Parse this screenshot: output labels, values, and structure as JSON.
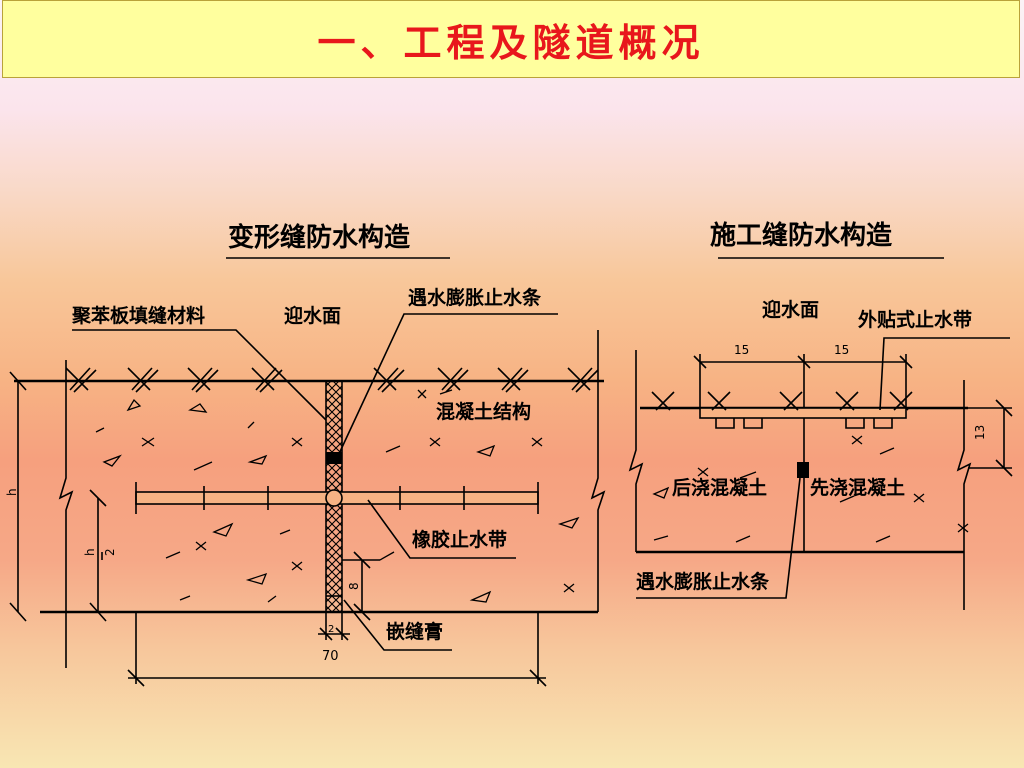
{
  "page": {
    "title": "一、工程及隧道概况"
  },
  "left_diagram": {
    "title": "变形缝防水构造",
    "labels": {
      "filler": "聚苯板填缝材料",
      "water_face": "迎水面",
      "swell_strip": "遇水膨胀止水条",
      "concrete": "混凝土结构",
      "waterstop": "橡胶止水带",
      "sealant": "嵌缝膏"
    },
    "dims": {
      "h": "h",
      "h_half_top": "h",
      "h_half_bottom": "2",
      "depth": "8",
      "width": "70",
      "z": "2"
    }
  },
  "right_diagram": {
    "title": "施工缝防水构造",
    "labels": {
      "water_face": "迎水面",
      "external_waterstop": "外贴式止水带",
      "later_concrete": "后浇混凝土",
      "first_concrete": "先浇混凝土",
      "swell_strip": "遇水膨胀止水条"
    },
    "dims": {
      "left_w": "15",
      "right_w": "15",
      "height": "13"
    }
  },
  "colors": {
    "title_bg": "#ffff9e",
    "title_text": "#e8171c",
    "line": "#000000"
  }
}
